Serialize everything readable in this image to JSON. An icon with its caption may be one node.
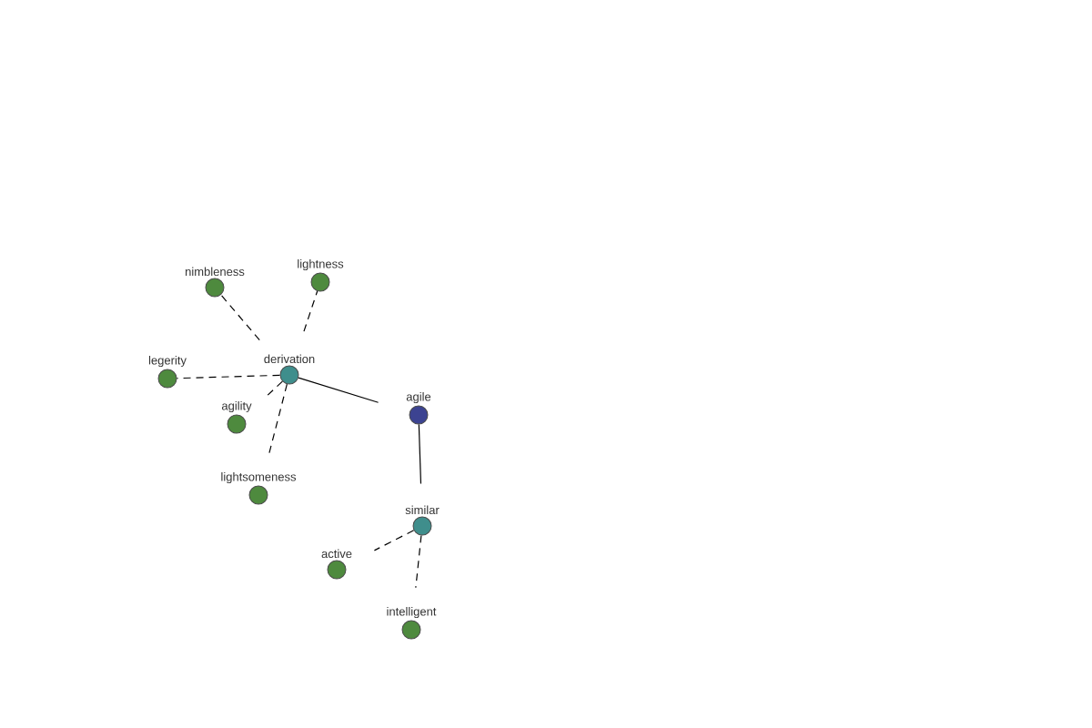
{
  "diagram": {
    "nodes": [
      {
        "text": [
          "derivation"
        ]
      },
      {
        "text": [
          "nimbleness"
        ]
      },
      {
        "text": [
          "lightness"
        ]
      },
      {
        "text": [
          "legerity"
        ]
      },
      {
        "text": [
          "agility"
        ]
      },
      {
        "text": [
          "lightsomeness"
        ]
      },
      {
        "text": [
          "agile"
        ]
      },
      {
        "text": [
          "similar"
        ]
      },
      {
        "text": [
          "active"
        ]
      },
      {
        "text": [
          "intelligent"
        ]
      }
    ],
    "edges": [
      {
        "from": 0,
        "to": 1,
        "arrow": "none",
        "style": "dashed"
      },
      {
        "from": 0,
        "to": 2,
        "arrow": "none",
        "style": "dashed"
      },
      {
        "from": 0,
        "to": 3,
        "arrow": "none",
        "style": "dashed"
      },
      {
        "from": 0,
        "to": 4,
        "arrow": "none",
        "style": "dashed"
      },
      {
        "from": 0,
        "to": 5,
        "arrow": "none",
        "style": "dashed"
      },
      {
        "from": 0,
        "to": 6,
        "arrow": "none"
      },
      {
        "from": 6,
        "to": 7,
        "arrow": "none"
      },
      {
        "from": 7,
        "to": 8,
        "arrow": "none",
        "style": "dashed"
      },
      {
        "from": 7,
        "to": 9,
        "arrow": "none",
        "style": "dashed"
      }
    ]
  }
}
